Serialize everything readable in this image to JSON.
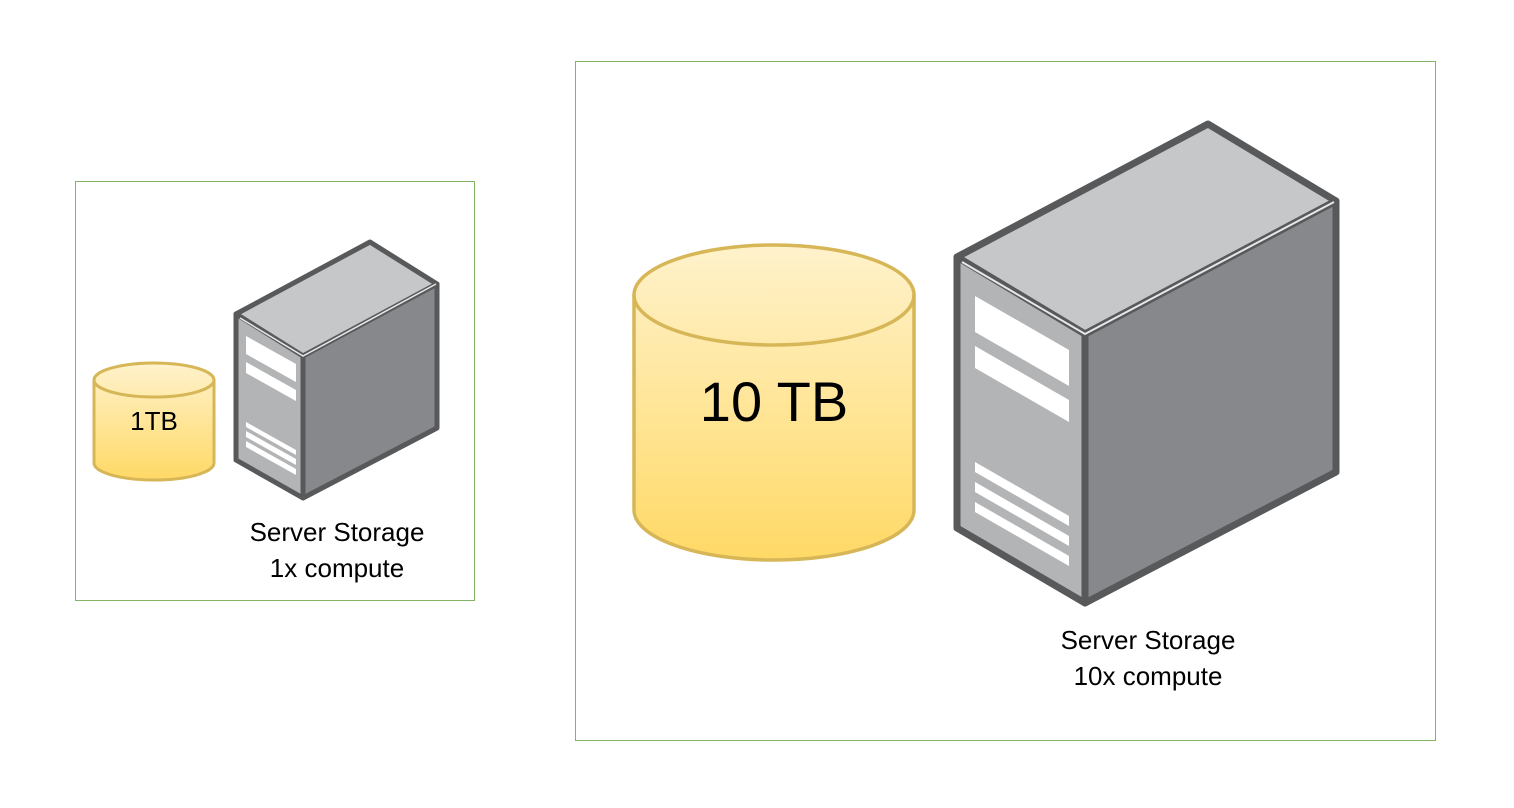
{
  "diagram": {
    "small_group": {
      "database_label": "1TB",
      "caption_line1": "Server Storage",
      "caption_line2": "1x compute"
    },
    "large_group": {
      "database_label": "10 TB",
      "caption_line1": "Server Storage",
      "caption_line2": "10x compute"
    }
  },
  "colors": {
    "group_border": "#82b366",
    "database_fill_top": "#fff2cc",
    "database_fill_bottom": "#ffd966",
    "database_stroke": "#d6b656",
    "server_front": "#b3b4b6",
    "server_side": "#86888b",
    "server_top": "#c6c7c9",
    "server_outline": "#58595b"
  },
  "icons": [
    "database-icon",
    "server-icon"
  ]
}
